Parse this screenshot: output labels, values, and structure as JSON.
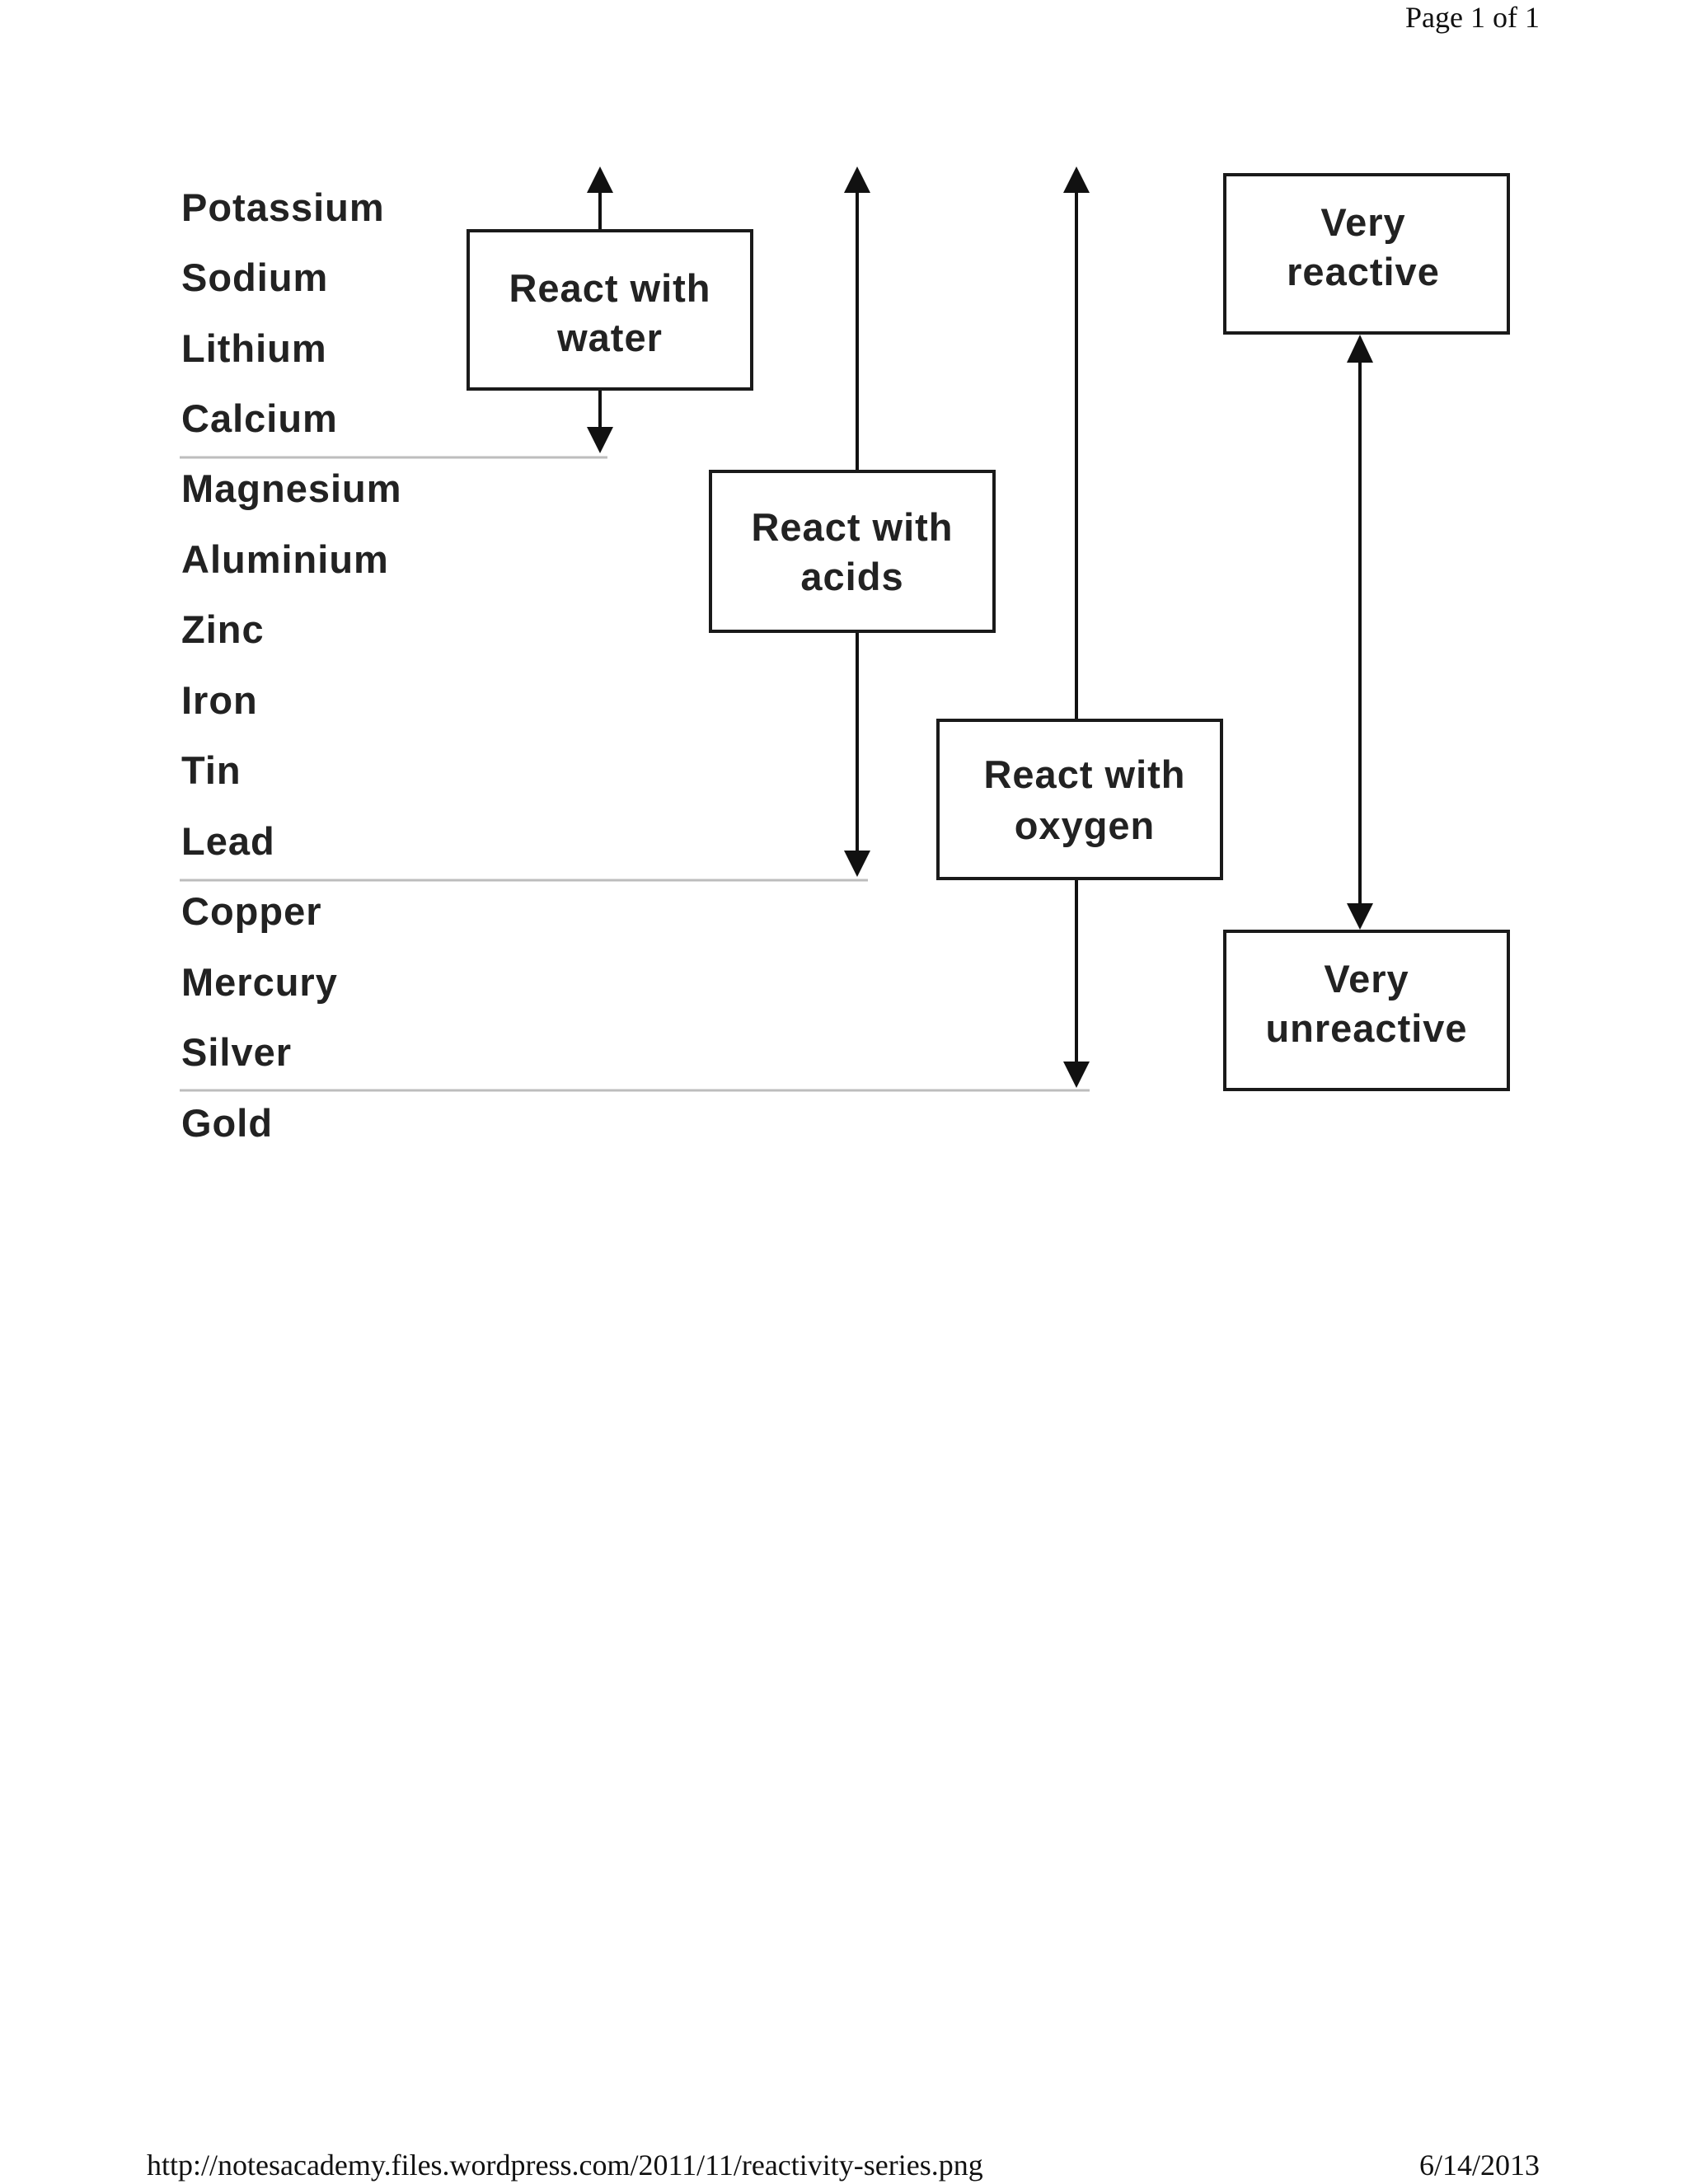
{
  "header": {
    "page_label": "Page 1 of 1"
  },
  "footer": {
    "url": "http://notesacademy.files.wordpress.com/2011/11/reactivity-series.png",
    "date": "6/14/2013"
  },
  "diagram": {
    "metals": [
      "Potassium",
      "Sodium",
      "Lithium",
      "Calcium",
      "Magnesium",
      "Aluminium",
      "Zinc",
      "Iron",
      "Tin",
      "Lead",
      "Copper",
      "Mercury",
      "Silver",
      "Gold"
    ],
    "boxes": {
      "water": {
        "line1": "React with",
        "line2": "water"
      },
      "acids": {
        "line1": "React with",
        "line2": "acids"
      },
      "oxygen": {
        "line1": "React with",
        "line2": "oxygen"
      },
      "reactive": {
        "line1": "Very",
        "line2": "reactive"
      },
      "unreactive": {
        "line1": "Very",
        "line2": "unreactive"
      }
    }
  }
}
